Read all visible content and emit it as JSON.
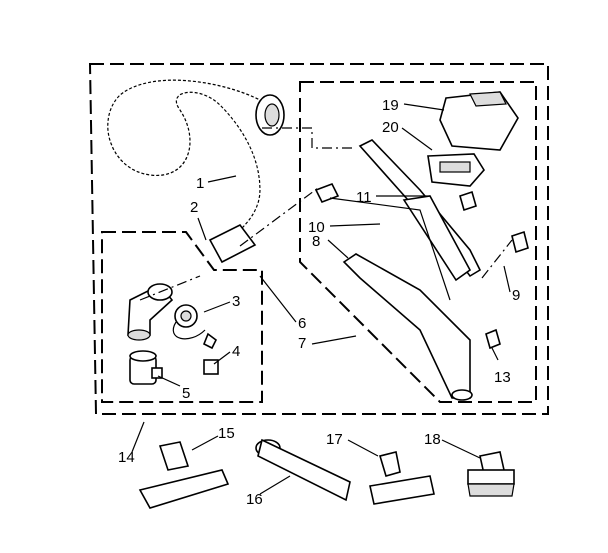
{
  "callouts": {
    "c1": "1",
    "c2": "2",
    "c3": "3",
    "c4": "4",
    "c5": "5",
    "c6": "6",
    "c7": "7",
    "c8": "8",
    "c9": "9",
    "c10": "10",
    "c11": "11",
    "c13": "13",
    "c14": "14",
    "c15": "15",
    "c16": "16",
    "c17": "17",
    "c18": "18",
    "c19": "19",
    "c20": "20"
  }
}
